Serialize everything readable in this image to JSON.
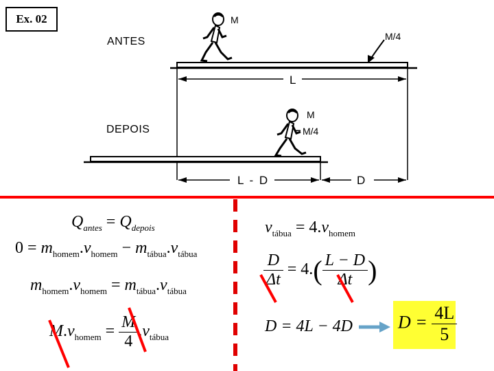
{
  "header": {
    "exercise_label": "Ex. 02"
  },
  "diagram": {
    "before_label": "ANTES",
    "after_label": "DEPOIS",
    "man_mass_label_top": "M",
    "plank_mass_label_top": "M/4",
    "man_mass_label_bottom": "M",
    "plank_mass_label_bottom": "M/4",
    "length_label": "L",
    "length_minus_d_label": "L - D",
    "d_label": "D"
  },
  "left_equations": {
    "eq1": {
      "lhs": "Q",
      "lhs_sub": "antes",
      "eq": " = ",
      "rhs": "Q",
      "rhs_sub": "depois"
    },
    "eq2": {
      "zero": "0 = ",
      "m1": "m",
      "m1_sub": "homem",
      "dot1": ".",
      "v1": "v",
      "v1_sub": "homem",
      "minus": " − ",
      "m2": "m",
      "m2_sub": "tábua",
      "dot2": ".",
      "v2": "v",
      "v2_sub": "tábua"
    },
    "eq3": {
      "m1": "m",
      "m1_sub": "homem",
      "dot1": ".",
      "v1": "v",
      "v1_sub": "homem",
      "eq": " = ",
      "m2": "m",
      "m2_sub": "tábua",
      "dot2": ".",
      "v2": "v",
      "v2_sub": "tábua"
    },
    "eq4": {
      "M": "M",
      "dot1": ".",
      "v1": "v",
      "v1_sub": "homem",
      "eq": " = ",
      "num": "M",
      "den": "4",
      "dot2": ".",
      "v2": "v",
      "v2_sub": "tábua"
    }
  },
  "right_equations": {
    "eq1": {
      "v1": "v",
      "v1_sub": "tábua",
      "eq": " = 4.",
      "v2": "v",
      "v2_sub": "homem"
    },
    "eq2": {
      "num1": "D",
      "den1": "Δt",
      "eq": " = 4.",
      "num2": "L − D",
      "den2": "Δt"
    },
    "eq3": {
      "text": "D = 4L − 4D"
    },
    "result": {
      "lhs": "D = ",
      "num": "4L",
      "den": "5"
    }
  },
  "colors": {
    "divider_red": "#ff0000",
    "strike_red": "#ff0000",
    "dash_red": "#e00000",
    "arrow_blue": "#66a3c8",
    "highlight_yellow": "#ffff33"
  }
}
